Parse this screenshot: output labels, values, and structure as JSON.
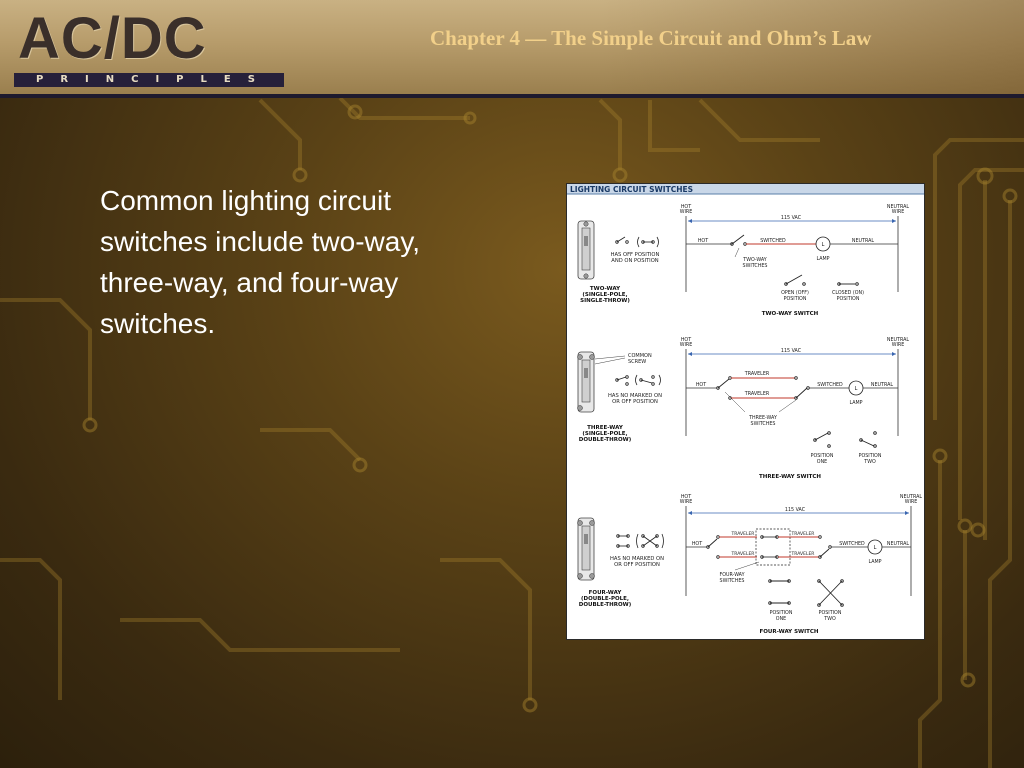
{
  "header": {
    "logo_main": "AC/DC",
    "logo_sub": "PRINCIPLES",
    "chapter_title": "Chapter 4 — The Simple Circuit and Ohm’s Law"
  },
  "body": {
    "text": "Common lighting circuit switches include two-way, three-way, and four-way switches."
  },
  "figure": {
    "title": "LIGHTING CIRCUIT SWITCHES",
    "labels": {
      "hot_wire": [
        "HOT",
        "WIRE"
      ],
      "neutral_wire": [
        "NEUTRAL",
        "WIRE"
      ],
      "vac": "115 VAC",
      "hot": "HOT",
      "neutral": "NEUTRAL",
      "switched": "SWITCHED",
      "lamp": "LAMP",
      "traveler": "TRAVELER",
      "lamp_symbol": "L",
      "common_screw": [
        "COMMON",
        "SCREW"
      ]
    },
    "two_way": {
      "device_label": [
        "TWO-WAY",
        "(SINGLE-POLE,",
        "SINGLE-THROW)"
      ],
      "note": [
        "HAS OFF POSITION",
        "AND ON POSITION"
      ],
      "switches_label": [
        "TWO-WAY",
        "SWITCHES"
      ],
      "open_label": [
        "OPEN (OFF)",
        "POSITION"
      ],
      "closed_label": [
        "CLOSED (ON)",
        "POSITION"
      ],
      "caption": "TWO-WAY SWITCH"
    },
    "three_way": {
      "device_label": [
        "THREE-WAY",
        "(SINGLE-POLE,",
        "DOUBLE-THROW)"
      ],
      "note": [
        "HAS NO MARKED ON",
        "OR OFF POSITION"
      ],
      "switches_label": [
        "THREE-WAY",
        "SWITCHES"
      ],
      "pos_one": [
        "POSITION",
        "ONE"
      ],
      "pos_two": [
        "POSITION",
        "TWO"
      ],
      "caption": "THREE-WAY SWITCH"
    },
    "four_way": {
      "device_label": [
        "FOUR-WAY",
        "(DOUBLE-POLE,",
        "DOUBLE-THROW)"
      ],
      "note": [
        "HAS NO MARKED ON",
        "OR OFF POSITION"
      ],
      "switches_label": [
        "FOUR-WAY",
        "SWITCHES"
      ],
      "pos_one": [
        "POSITION",
        "ONE"
      ],
      "pos_two": [
        "POSITION",
        "TWO"
      ],
      "caption": "FOUR-WAY SWITCH"
    }
  }
}
